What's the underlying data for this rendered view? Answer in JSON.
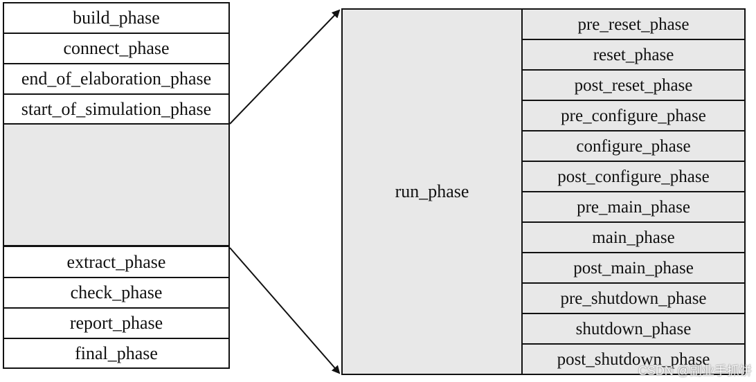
{
  "left_phases_top": [
    "build_phase",
    "connect_phase",
    "end_of_elaboration_phase",
    "start_of_simulation_phase"
  ],
  "left_phases_bottom": [
    "extract_phase",
    "check_phase",
    "report_phase",
    "final_phase"
  ],
  "run_phase": "run_phase",
  "run_sub_phases": [
    "pre_reset_phase",
    "reset_phase",
    "post_reset_phase",
    "pre_configure_phase",
    "configure_phase",
    "post_configure_phase",
    "pre_main_phase",
    "main_phase",
    "post_main_phase",
    "pre_shutdown_phase",
    "shutdown_phase",
    "post_shutdown_phase"
  ],
  "watermark": "CSDN @副业手抓饼",
  "colors": {
    "line": "#111111",
    "fill_grey": "#e8e8e8",
    "fill_white": "#ffffff"
  }
}
